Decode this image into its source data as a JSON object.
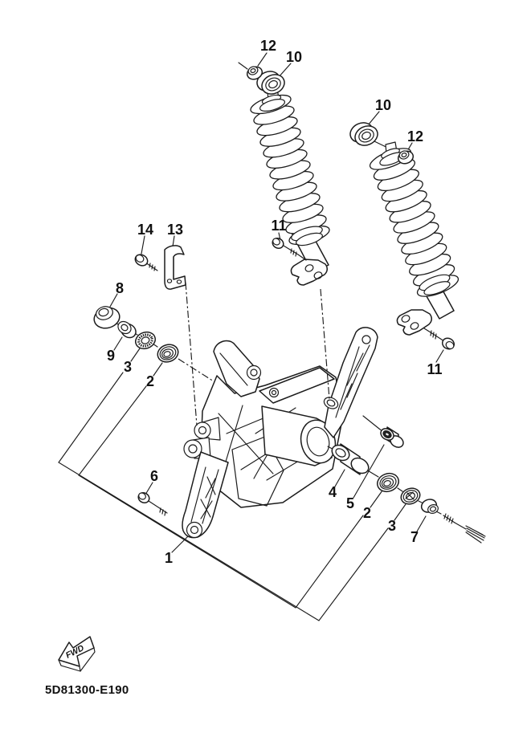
{
  "diagram": {
    "drawing_number": "5D81300-E190",
    "fwd_label": "FWD",
    "colors": {
      "ink": "#1c1c1c",
      "paper": "#ffffff"
    },
    "callouts": [
      {
        "id": "12-left",
        "text": "12"
      },
      {
        "id": "10-left",
        "text": "10"
      },
      {
        "id": "10-right",
        "text": "10"
      },
      {
        "id": "12-right",
        "text": "12"
      },
      {
        "id": "11-left",
        "text": "11"
      },
      {
        "id": "11-right",
        "text": "11"
      },
      {
        "id": "14",
        "text": "14"
      },
      {
        "id": "13",
        "text": "13"
      },
      {
        "id": "8",
        "text": "8"
      },
      {
        "id": "9",
        "text": "9"
      },
      {
        "id": "3-left",
        "text": "3"
      },
      {
        "id": "2-left",
        "text": "2"
      },
      {
        "id": "6",
        "text": "6"
      },
      {
        "id": "1",
        "text": "1"
      },
      {
        "id": "4",
        "text": "4"
      },
      {
        "id": "5",
        "text": "5"
      },
      {
        "id": "2-right",
        "text": "2"
      },
      {
        "id": "3-right",
        "text": "3"
      },
      {
        "id": "7",
        "text": "7"
      }
    ]
  }
}
